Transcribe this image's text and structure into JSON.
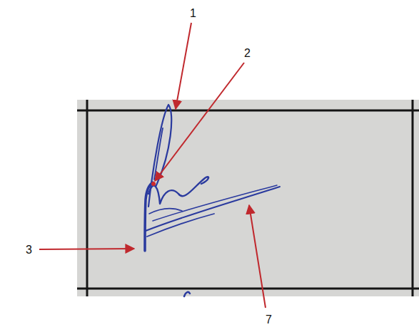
{
  "diagram": {
    "labels": [
      "1",
      "2",
      "3",
      "7"
    ]
  }
}
